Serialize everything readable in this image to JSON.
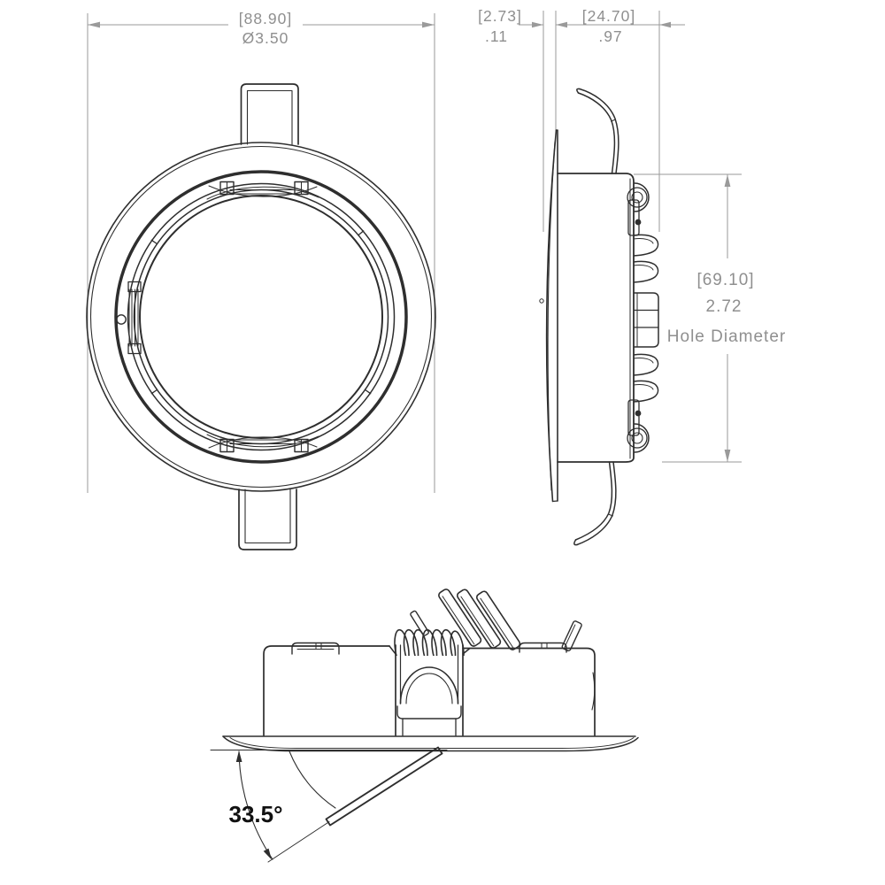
{
  "drawing": {
    "type": "engineering-dimension-drawing",
    "views": {
      "front": {
        "dim_diameter_mm": "[88.90]",
        "dim_diameter_in": "Ø3.50"
      },
      "side": {
        "dim_flange_thickness_mm": "[2.73]",
        "dim_flange_thickness_in": ".11",
        "dim_mount_depth_mm": "[24.70]",
        "dim_mount_depth_in": ".97",
        "dim_hole_mm": "[69.10]",
        "dim_hole_in": "2.72",
        "dim_hole_label": "Hole Diameter"
      },
      "tilted": {
        "angle": "33.5°"
      }
    },
    "colors": {
      "line": "#2e2e2e",
      "dim_line": "#9a9a9a",
      "dim_text": "#8f8f8f",
      "angle_text": "#111111",
      "background": "#ffffff"
    }
  }
}
